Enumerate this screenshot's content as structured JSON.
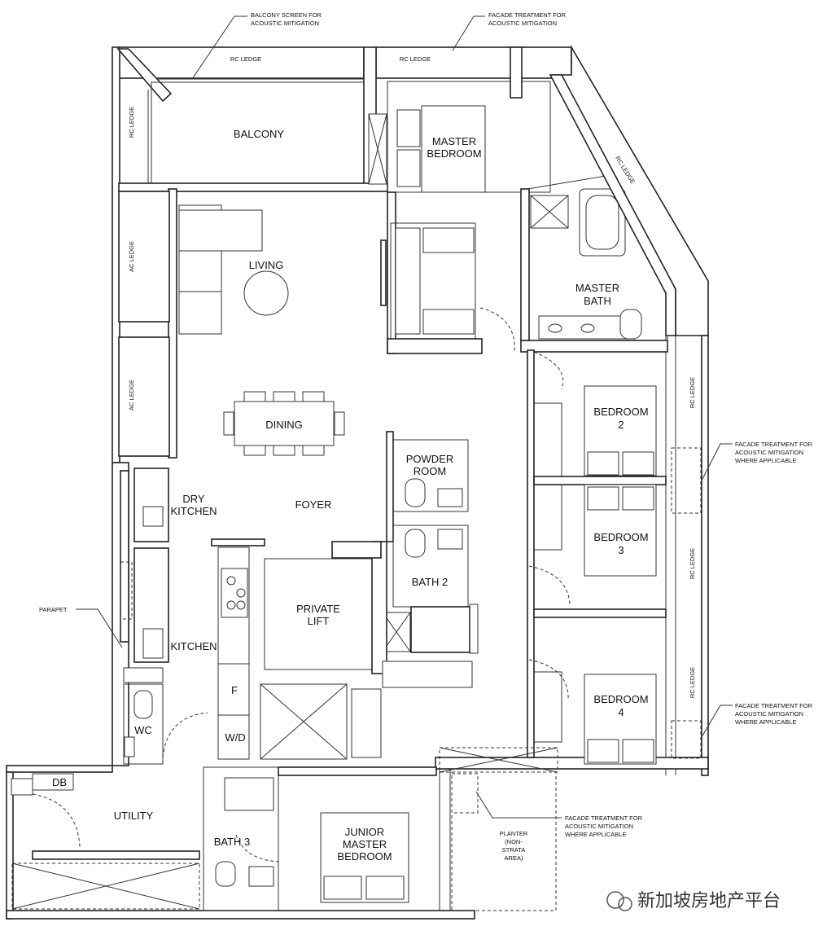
{
  "rooms": {
    "balcony": "BALCONY",
    "master_bedroom": [
      "MASTER",
      "BEDROOM"
    ],
    "living": "LIVING",
    "master_bath": [
      "MASTER",
      "BATH"
    ],
    "dining": "DINING",
    "bedroom2": [
      "BEDROOM",
      "2"
    ],
    "powder_room": [
      "POWDER",
      "ROOM"
    ],
    "dry_kitchen": [
      "DRY",
      "KITCHEN"
    ],
    "foyer": "FOYER",
    "bedroom3": [
      "BEDROOM",
      "3"
    ],
    "bath2": "BATH 2",
    "private_lift": [
      "PRIVATE",
      "LIFT"
    ],
    "kitchen": "KITCHEN",
    "fridge": "F",
    "bedroom4": [
      "BEDROOM",
      "4"
    ],
    "wc": "WC",
    "washer_dryer": "W/D",
    "db": "DB",
    "utility": "UTILITY",
    "junior_master": [
      "JUNIOR",
      "MASTER",
      "BEDROOM"
    ],
    "bath3": "BATH 3",
    "planter": [
      "PLANTER",
      "(NON-",
      "STRATA",
      "AREA)"
    ]
  },
  "ledges": {
    "rc_ledge": "RC LEDGE",
    "ac_ledge": "AC LEDGE"
  },
  "annotations": {
    "balcony_screen": [
      "BALCONY SCREEN FOR",
      "ACOUSTIC MITIGATION"
    ],
    "facade_top": [
      "FACADE TREATMENT FOR",
      "ACOUSTIC MITIGATION"
    ],
    "facade_right_1": [
      "FACADE TREATMENT FOR",
      "ACOUSTIC MITIGATION",
      "WHERE APPLICABLE"
    ],
    "facade_right_2": [
      "FACADE TREATMENT FOR",
      "ACOUSTIC MITIGATION",
      "WHERE APPLICABLE"
    ],
    "facade_bottom": [
      "FACADE TREATMENT FOR",
      "ACOUSTIC MITIGATION",
      "WHERE APPLICABLE"
    ],
    "parapet": "PARAPET"
  },
  "watermark": "新加坡房地产平台"
}
